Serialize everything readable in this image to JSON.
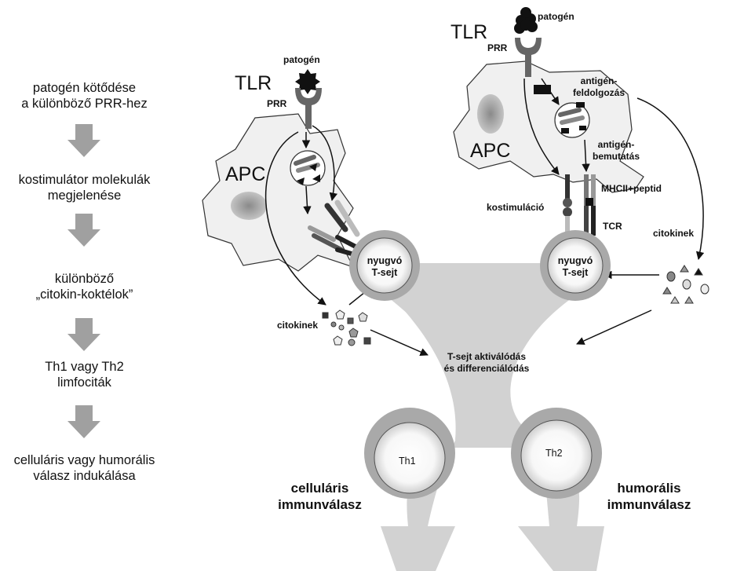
{
  "left_flow": {
    "steps": [
      "patogén kötődése\na különböző PRR-hez",
      "kostimulátor molekulák\nmegjelenése",
      "különböző\n„citokin-koktélok”",
      "Th1 vagy Th2\nlimfociták",
      "celluláris vagy humorális\nválasz indukálása"
    ]
  },
  "left_panel": {
    "pathogen": "patogén",
    "tlr": "TLR",
    "prr": "PRR",
    "apc": "APC",
    "cytokines": "citokinek",
    "t_cell": "nyugvó\nT-sejt"
  },
  "right_panel": {
    "pathogen": "patogén",
    "tlr": "TLR",
    "prr": "PRR",
    "apc": "APC",
    "antigen_processing": "antigén-\nfeldolgozás",
    "antigen_presentation": "antigén-\nbemutatás",
    "costimulation": "kostimuláció",
    "mhc": "MHCII+peptid",
    "tcr": "TCR",
    "cytokines": "citokinek",
    "t_cell": "nyugvó\nT-sejt"
  },
  "center": {
    "activation": "T-sejt aktiválódás\nés differenciálódás",
    "th1": "Th1",
    "th2": "Th2",
    "cellular": "celluláris\nimmunválasz",
    "humoral": "humorális\nimmunválasz"
  },
  "colors": {
    "funnel": "#d2d2d2",
    "cell_fill": "#f0f0f0",
    "cell_stroke": "#333333",
    "tcell_ring": "#a9a9a9",
    "nucleus": "#a8a8a8",
    "arrow_gray": "#9a9a9a"
  }
}
